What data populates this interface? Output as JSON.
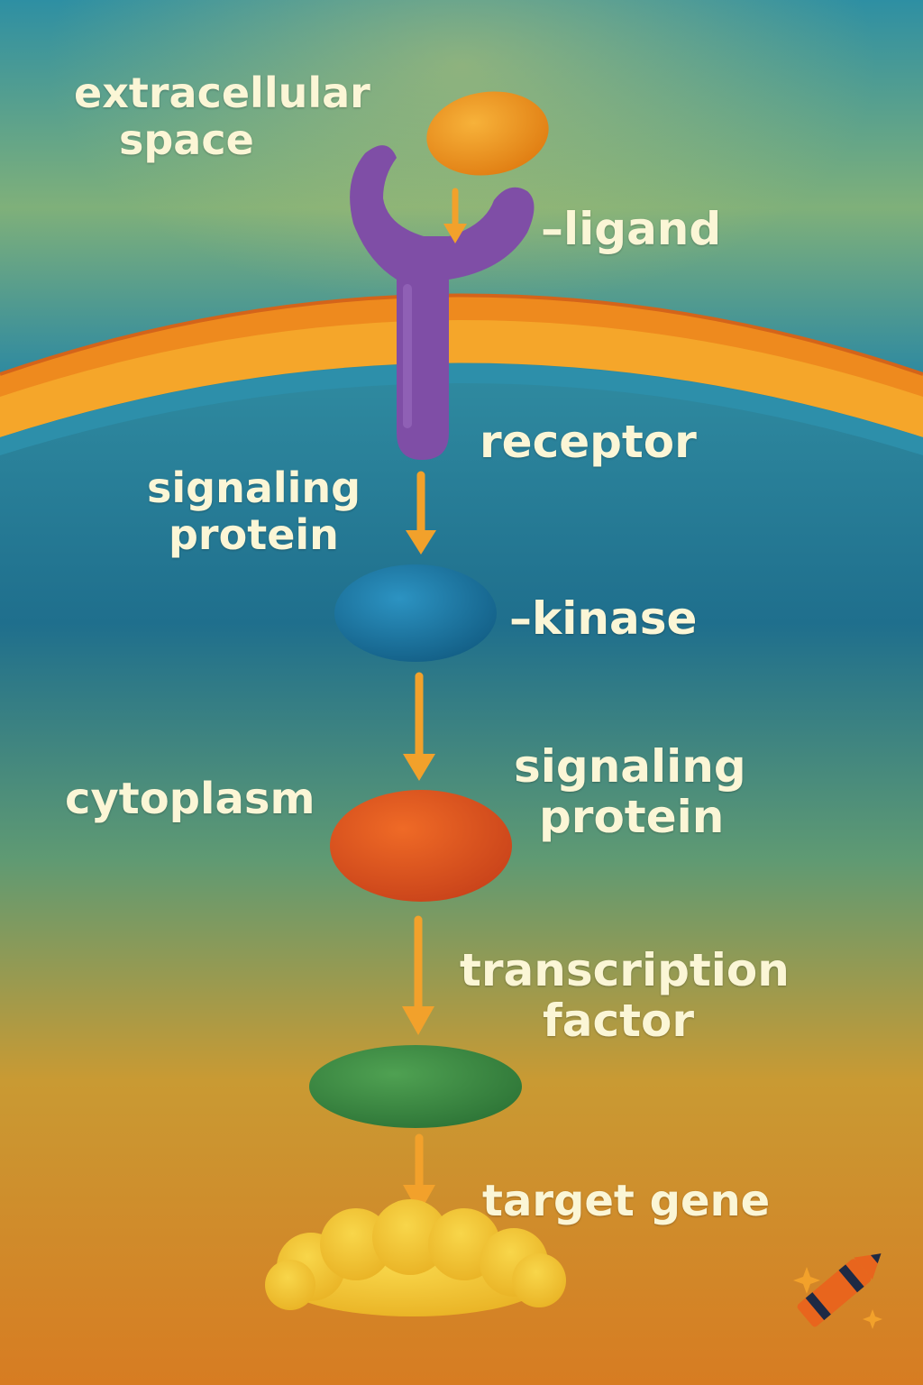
{
  "colors": {
    "label_text": "#fbf6d6",
    "arrow": "#f2a12b",
    "membrane_outer": "#ee8a1e",
    "membrane_inner": "#2d8faa",
    "ligand": "#f29a1c",
    "receptor": "#7f4ea6",
    "kinase": "#1f7aa6",
    "signaling_protein": "#e0551f",
    "transcription_factor": "#3f8e45",
    "target_gene": "#f2c531",
    "crayon_icon": "#e8651d"
  },
  "labels": {
    "extracellular_line1": "extracellular",
    "extracellular_line2": "space",
    "ligand": "–ligand",
    "receptor": "receptor",
    "signaling_protein_1_line1": "signaling",
    "signaling_protein_1_line2": "protein",
    "kinase": "–kinase",
    "cytoplasm": "cytoplasm",
    "signaling_protein_2_line1": "signaling",
    "signaling_protein_2_line2": "protein",
    "transcription_factor_line1": "transcription",
    "transcription_factor_line2": "factor",
    "target_gene": "target gene"
  },
  "icons": {
    "corner": "crayon-icon"
  }
}
